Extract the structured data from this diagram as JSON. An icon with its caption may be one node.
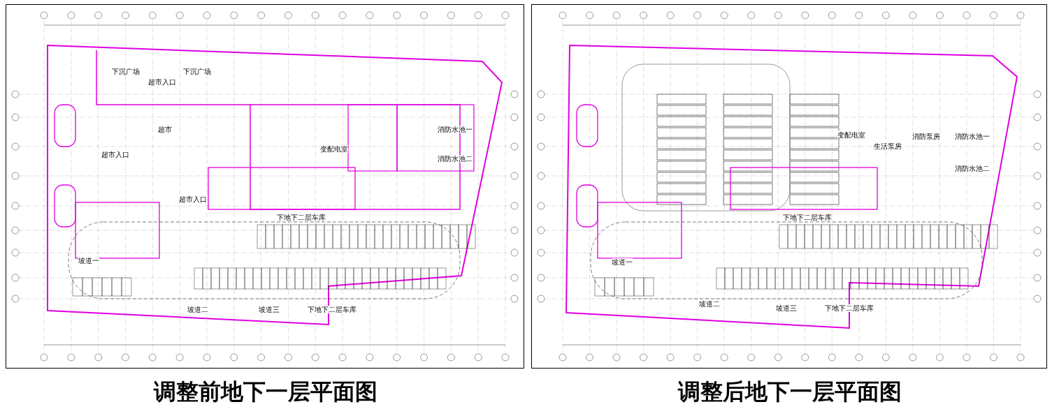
{
  "diagram": {
    "labels": [
      "下沉广场",
      "超市入口",
      "下沉广场",
      "超市",
      "超市入口",
      "超市入口",
      "变配电室",
      "消防水池一",
      "消防水池二",
      "坡道一",
      "坡道二",
      "坡道三",
      "下地下二层车库",
      "下地下二层车库",
      "变配电室",
      "生活泵房",
      "消防泵房",
      "消防水池一",
      "消防水池二",
      "坡道一",
      "坡道二",
      "坡道三",
      "下地下二层车库",
      "下地下二层车库",
      "调整前地下一层平面图",
      "调整后地下一层平面图"
    ]
  }
}
